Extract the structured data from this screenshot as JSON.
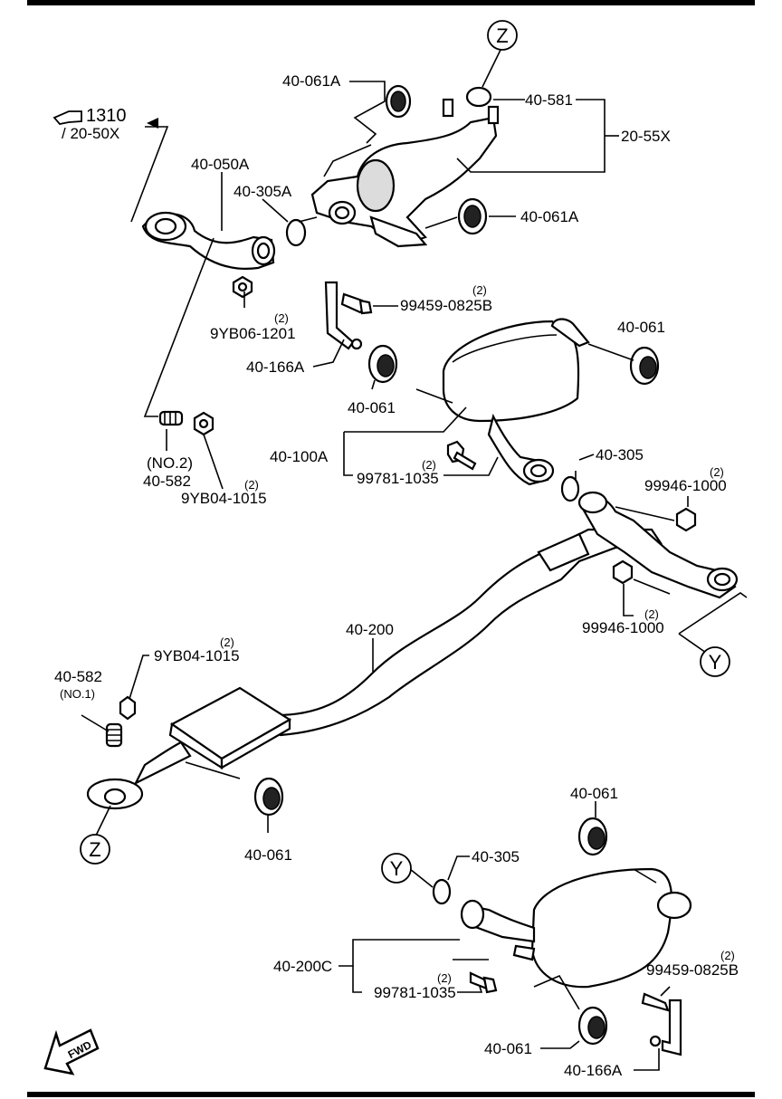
{
  "reference": {
    "arrow_code": "1310",
    "sub_ref": "/ 20-50X"
  },
  "callouts": {
    "z": "Z",
    "y": "Y",
    "fwd": "FWD"
  },
  "labels": {
    "p40_061A_top": "40-061A",
    "p40_581": "40-581",
    "p20_55X": "20-55X",
    "p40_050A": "40-050A",
    "p40_305A": "40-305A",
    "p40_061A_mid": "40-061A",
    "p9YB06_1201": "9YB06-1201",
    "p9YB06_qty": "(2)",
    "p99459_top": "99459-0825B",
    "p99459_top_qty": "(2)",
    "p40_061_topright": "40-061",
    "p40_166A_top": "40-166A",
    "p40_061_mid": "40-061",
    "p40_100A": "40-100A",
    "p99781_top": "99781-1035",
    "p99781_top_qty": "(2)",
    "p40_305_top": "40-305",
    "p99946_top": "99946-1000",
    "p99946_top_qty": "(2)",
    "p99946_bot": "99946-1000",
    "p99946_bot_qty": "(2)",
    "p40_582_no2_note": "(NO.2)",
    "p40_582_no2": "40-582",
    "p9YB04_top": "9YB04-1015",
    "p9YB04_top_qty": "(2)",
    "p40_200": "40-200",
    "p9YB04_bot": "9YB04-1015",
    "p9YB04_bot_qty": "(2)",
    "p40_582_no1": "40-582",
    "p40_582_no1_note": "(NO.1)",
    "p40_061_lowleft": "40-061",
    "p40_061_bottomright": "40-061",
    "p40_305_bot": "40-305",
    "p40_200C": "40-200C",
    "p99781_bot": "99781-1035",
    "p99781_bot_qty": "(2)",
    "p99459_bot": "99459-0825B",
    "p99459_bot_qty": "(2)",
    "p40_061_bottom": "40-061",
    "p40_166A_bot": "40-166A"
  }
}
